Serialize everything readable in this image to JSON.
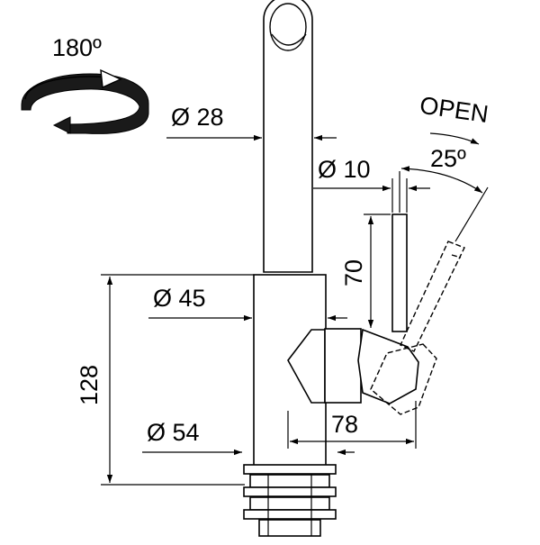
{
  "rotation": {
    "angle_label": "180º"
  },
  "dimensions": {
    "spout_diameter": "Ø 28",
    "lever_diameter": "Ø 10",
    "body_diameter": "Ø 45",
    "base_diameter": "Ø 54",
    "lever_height": "70",
    "body_height": "128",
    "lever_reach": "78"
  },
  "lever": {
    "open_label": "OPEN",
    "angle_label": "25º"
  },
  "colors": {
    "line": "#000000",
    "background": "#ffffff"
  }
}
